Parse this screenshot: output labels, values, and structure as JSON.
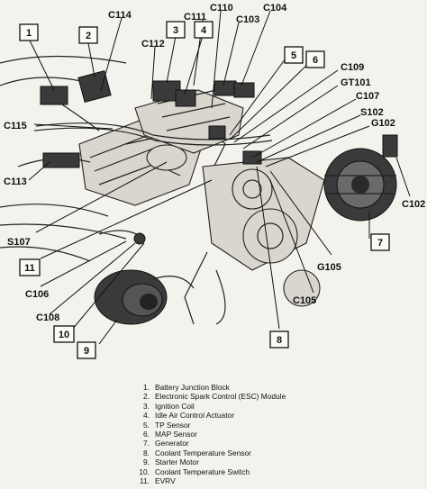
{
  "callouts": {
    "c114": "C114",
    "c111": "C111",
    "c110": "C110",
    "c103": "C103",
    "c104": "C104",
    "c112": "C112",
    "c109": "C109",
    "gt101": "GT101",
    "c107": "C107",
    "s102": "S102",
    "g102": "G102",
    "c115": "C115",
    "c113": "C113",
    "s107": "S107",
    "c106": "C106",
    "c108": "C108",
    "c105": "C105",
    "g105": "G105",
    "c102": "C102"
  },
  "boxes": {
    "b1": "1",
    "b2": "2",
    "b3": "3",
    "b4": "4",
    "b5": "5",
    "b6": "6",
    "b7": "7",
    "b8": "8",
    "b9": "9",
    "b10": "10",
    "b11": "11"
  },
  "legend": [
    {
      "num": "1.",
      "text": "Battery Junction Block"
    },
    {
      "num": "2.",
      "text": "Electronic Spark Control (ESC) Module"
    },
    {
      "num": "3.",
      "text": "Ignition Coil"
    },
    {
      "num": "4.",
      "text": "Idle Air Control Actuator"
    },
    {
      "num": "5.",
      "text": "TP Sensor"
    },
    {
      "num": "6.",
      "text": "MAP Sensor"
    },
    {
      "num": "7.",
      "text": "Generator"
    },
    {
      "num": "8.",
      "text": "Coolant Temperature Sensor"
    },
    {
      "num": "9.",
      "text": "Starter Motor"
    },
    {
      "num": "10.",
      "text": "Coolant Temperature Switch"
    },
    {
      "num": "11.",
      "text": "EVRV"
    }
  ]
}
